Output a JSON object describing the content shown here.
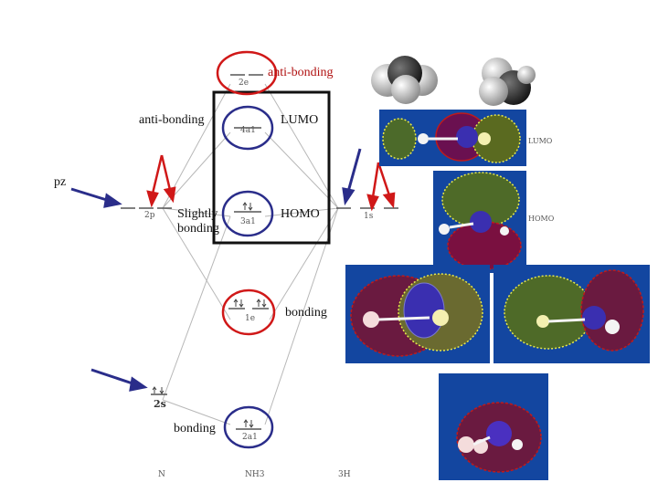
{
  "labels": {
    "anti_bonding_top": "anti-bonding",
    "anti_bonding_left": "anti-bonding",
    "lumo": "LUMO",
    "pz": "pz",
    "slightly_bonding": "Slightly\nbonding",
    "homo": "HOMO",
    "bonding_mid": "bonding",
    "bonding_bottom": "bonding"
  },
  "level_labels": {
    "2e": "2e",
    "4a1": "4a1",
    "2p": "2p",
    "3a1": "3a1",
    "1s": "1s",
    "1e": "1e",
    "2s": "2s",
    "2a1": "2a1"
  },
  "footer": {
    "left": "N",
    "center": "NH3",
    "right": "3H"
  },
  "panel_labels": {
    "lumo": "LUMO",
    "homo": "HOMO"
  },
  "colors": {
    "red": "#d01818",
    "navy": "#2a2d8a",
    "panel_blue": "#1346a0",
    "wire_yellow": "#e8e84a",
    "wire_red": "#c01a1a"
  }
}
